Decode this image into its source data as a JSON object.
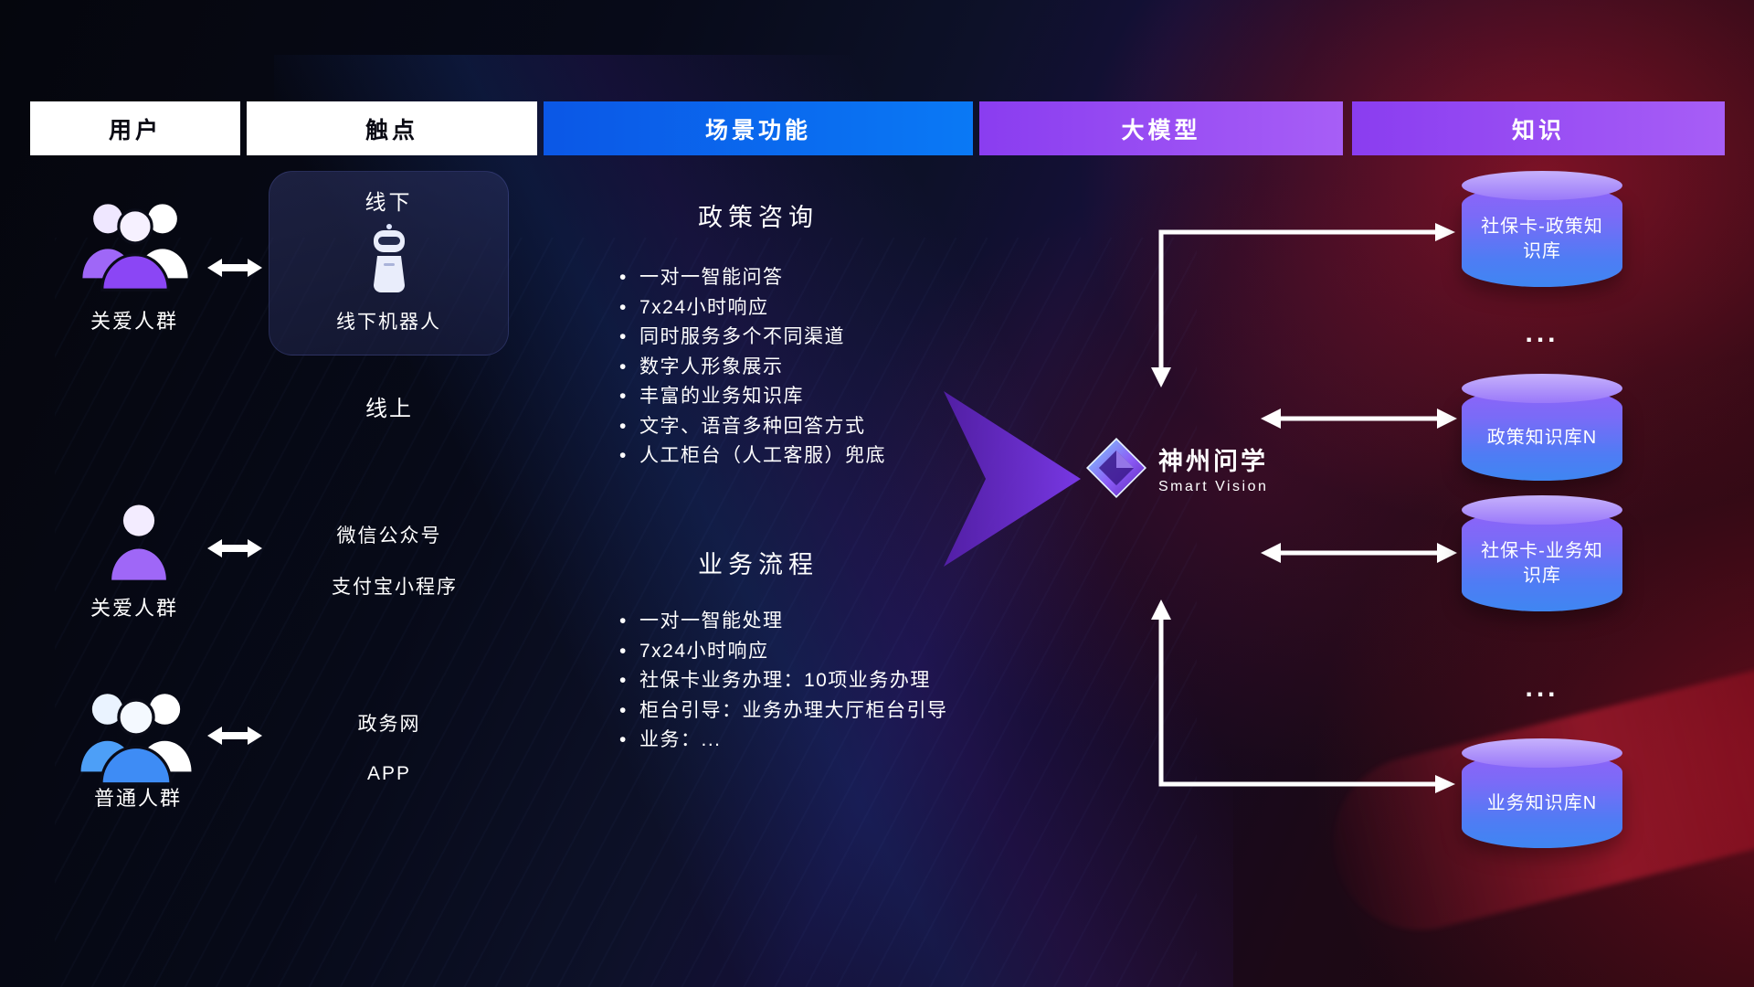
{
  "header": {
    "users": "用户",
    "touchpoints": "触点",
    "functions": "场景功能",
    "model": "大模型",
    "knowledge": "知识"
  },
  "users": {
    "group1_label": "关爱人群",
    "single_label": "关爱人群",
    "group2_label": "普通人群"
  },
  "touchpoints": {
    "offline_title": "线下",
    "offline_robot_label": "线下机器人",
    "online_title": "线上",
    "wechat": "微信公众号",
    "alipay": "支付宝小程序",
    "gov_web": "政务网",
    "app": "APP"
  },
  "functions": {
    "policy": {
      "title": "政策咨询",
      "items": [
        "一对一智能问答",
        "7x24小时响应",
        "同时服务多个不同渠道",
        "数字人形象展示",
        "丰富的业务知识库",
        "文字、语音多种回答方式",
        "人工柜台（人工客服）兜底"
      ]
    },
    "business": {
      "title": "业务流程",
      "items": [
        "一对一智能处理",
        "7x24小时响应",
        "社保卡业务办理：10项业务办理",
        "柜台引导：业务办理大厅柜台引导",
        "业务：..."
      ]
    }
  },
  "model": {
    "name": "神州问学",
    "subtitle": "Smart Vision"
  },
  "knowledge": {
    "db1": "社保卡-政策知识库",
    "dots1": "...",
    "db2": "政策知识库N",
    "db3": "社保卡-业务知识库",
    "dots2": "...",
    "db4": "业务知识库N"
  },
  "colors": {
    "function_header_blue": "#0a6cf2",
    "model_header_purple": "#9b4cf0",
    "cylinder_top": "#c6b1fc",
    "cylinder_body_start": "#8f63f8",
    "cylinder_body_end": "#3f86f2",
    "big_arrow_purple": "#6d28d9",
    "arrow_white": "#ffffff",
    "background_red": "#cd1930",
    "background_navy": "#0d1128"
  }
}
